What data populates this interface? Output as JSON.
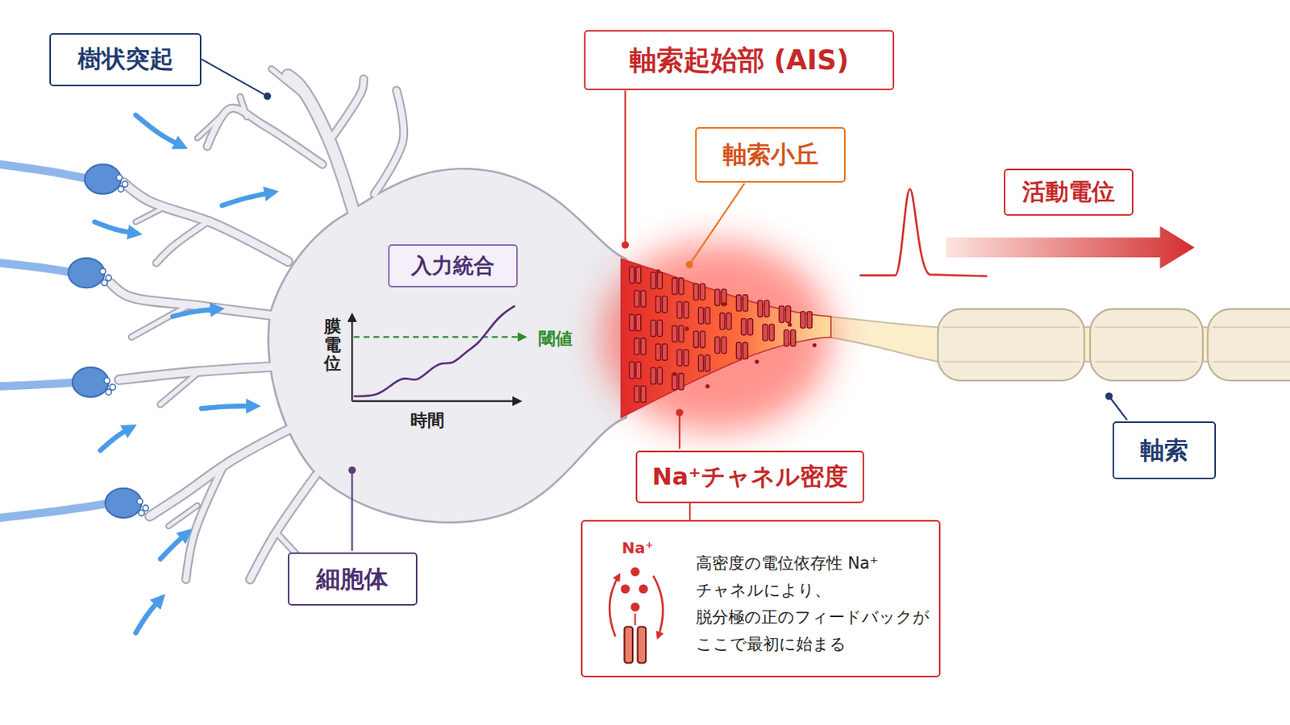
{
  "diagram": {
    "nodes": [
      {
        "text": [
          "樹状突起"
        ]
      },
      {
        "text": [
          "軸索起始部 (AIS)"
        ]
      },
      {
        "text": [
          "軸索小丘"
        ]
      },
      {
        "text": [
          "活動電位"
        ]
      },
      {
        "text": [
          "入力統合"
        ]
      },
      {
        "text": [
          "Na⁺チャネル密度"
        ]
      },
      {
        "text": [
          "Na⁺",
          "高密度の電位依存性 Na⁺チャネルにより、 脱分極の正のフィードバックが ここで最初に始まる"
        ]
      },
      {
        "text": [
          "細胞体"
        ]
      },
      {
        "text": [
          "軸索"
        ]
      }
    ],
    "edges": [
      {
        "from": 5,
        "to": 6,
        "arrow": "none"
      }
    ],
    "labels": [
      "膜電位",
      "閾値",
      "時間"
    ]
  }
}
